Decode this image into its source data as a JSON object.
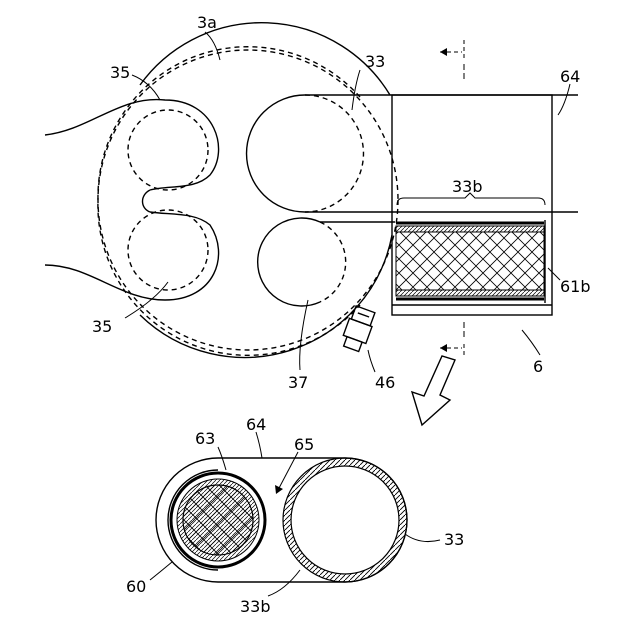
{
  "labels": {
    "engine": "3a",
    "exhaust_port_upper": "35",
    "exhaust_port_lower": "35",
    "intake_pipe": "33",
    "duct": "64",
    "filter_section": "33b",
    "filter_cover": "61b",
    "port_37": "37",
    "sensor": "46",
    "assembly": "6",
    "section_63": "63",
    "section_64": "64",
    "section_65": "65",
    "section_33": "33",
    "section_60": "60",
    "section_33b": "33b"
  }
}
